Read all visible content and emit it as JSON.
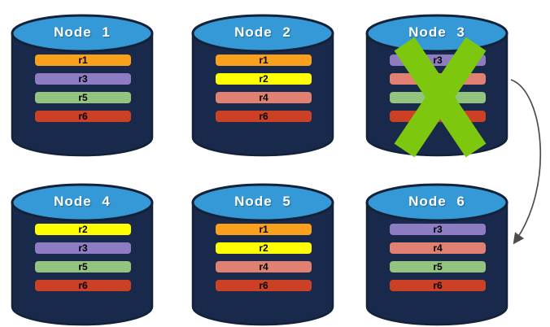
{
  "diagram": {
    "nodes": [
      {
        "title": "Node 1",
        "failed": false,
        "bars": [
          {
            "label": "r1",
            "color": "#F9A11C"
          },
          {
            "label": "r3",
            "color": "#8E7CC3"
          },
          {
            "label": "r5",
            "color": "#93C47D"
          },
          {
            "label": "r6",
            "color": "#CC4125"
          }
        ]
      },
      {
        "title": "Node 2",
        "failed": false,
        "bars": [
          {
            "label": "r1",
            "color": "#F9A11C"
          },
          {
            "label": "r2",
            "color": "#FFFF00"
          },
          {
            "label": "r4",
            "color": "#E08070"
          },
          {
            "label": "r6",
            "color": "#CC4125"
          }
        ]
      },
      {
        "title": "Node 3",
        "failed": true,
        "bars": [
          {
            "label": "r3",
            "color": "#8E7CC3"
          },
          {
            "label": "",
            "color": "#E08070"
          },
          {
            "label": "",
            "color": "#93C47D"
          },
          {
            "label": "",
            "color": "#CC4125"
          }
        ]
      },
      {
        "title": "Node 4",
        "failed": false,
        "bars": [
          {
            "label": "r2",
            "color": "#FFFF00"
          },
          {
            "label": "r3",
            "color": "#8E7CC3"
          },
          {
            "label": "r5",
            "color": "#93C47D"
          },
          {
            "label": "r6",
            "color": "#CC4125"
          }
        ]
      },
      {
        "title": "Node 5",
        "failed": false,
        "bars": [
          {
            "label": "r1",
            "color": "#F9A11C"
          },
          {
            "label": "r2",
            "color": "#FFFF00"
          },
          {
            "label": "r4",
            "color": "#E08070"
          },
          {
            "label": "r6",
            "color": "#CC4125"
          }
        ]
      },
      {
        "title": "Node 6",
        "failed": false,
        "bars": [
          {
            "label": "r3",
            "color": "#8E7CC3"
          },
          {
            "label": "r4",
            "color": "#E08070"
          },
          {
            "label": "r5",
            "color": "#93C47D"
          },
          {
            "label": "r6",
            "color": "#CC4125"
          }
        ]
      }
    ],
    "colors": {
      "background": "#FFFFFF",
      "cylinder_body": "#19294C",
      "cylinder_outline": "#132238",
      "cylinder_top": "#3499D6",
      "title_text": "#FFFFFF",
      "bar_text": "#000000",
      "failure_x": "#7DC70E",
      "arrow": "#4D4D4D"
    }
  }
}
